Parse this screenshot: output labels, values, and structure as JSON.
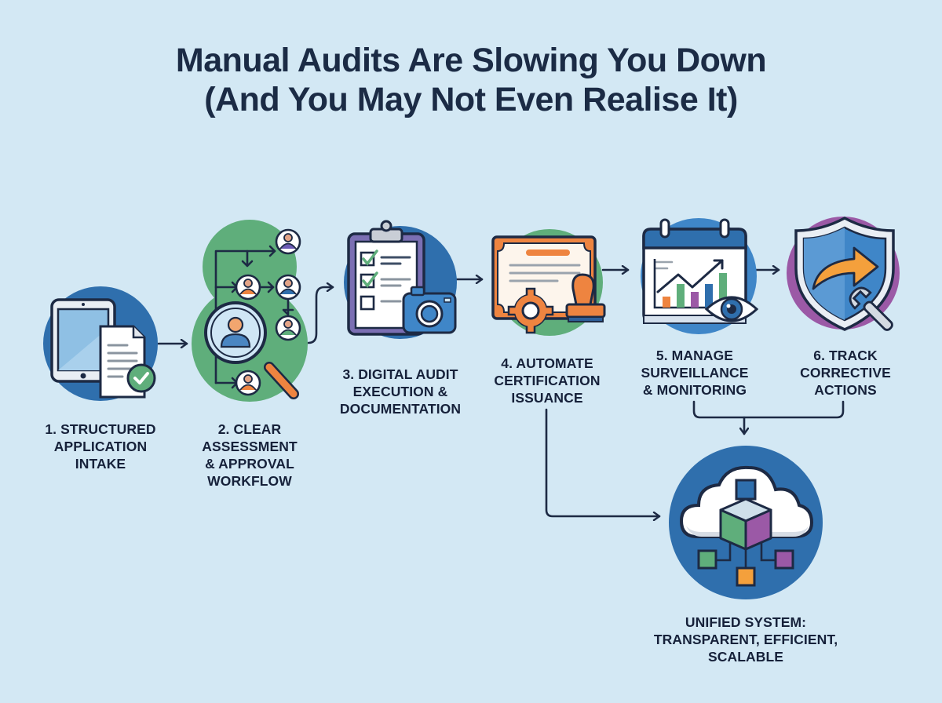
{
  "title": {
    "line1": "Manual Audits Are Slowing You Down",
    "line2": "(And You May Not Even Realise It)"
  },
  "colors": {
    "background": "#d3e8f4",
    "text": "#1b2b45",
    "blue": "#2f6fad",
    "green": "#5fae7b",
    "orange": "#ee8440",
    "purple": "#9b59a6",
    "outline": "#1d2a44"
  },
  "steps": [
    {
      "number": "1.",
      "lines": [
        "1. Structured",
        "Application",
        "Intake"
      ],
      "icon": "tablet-document-check-icon",
      "circle_color": "#2f6fad"
    },
    {
      "number": "2.",
      "lines": [
        "2. Clear",
        "Assessment",
        "& Approval",
        "Workflow"
      ],
      "icon": "magnifier-people-workflow-icon",
      "circle_color": "#5fae7b"
    },
    {
      "number": "3.",
      "lines": [
        "3. Digital Audit",
        "Execution &",
        "Documentation"
      ],
      "icon": "clipboard-camera-icon",
      "circle_color": "#2f6fad"
    },
    {
      "number": "4.",
      "lines": [
        "4. Automate",
        "Certification",
        "Issuance"
      ],
      "icon": "certificate-gear-stamp-icon",
      "circle_color": "#5fae7b"
    },
    {
      "number": "5.",
      "lines": [
        "5. Manage",
        "Surveillance",
        "& Monitoring"
      ],
      "icon": "calendar-chart-eye-icon",
      "circle_color": "#2f6fad"
    },
    {
      "number": "6.",
      "lines": [
        "6. Track",
        "Corrective",
        "Actions"
      ],
      "icon": "shield-arrow-wrench-icon",
      "circle_color": "#9b59a6"
    }
  ],
  "outcome": {
    "lines": [
      "Unified System:",
      "Transparent, Efficient,",
      "Scalable"
    ],
    "icon": "cloud-cube-network-icon",
    "circle_color": "#2f6fad"
  }
}
